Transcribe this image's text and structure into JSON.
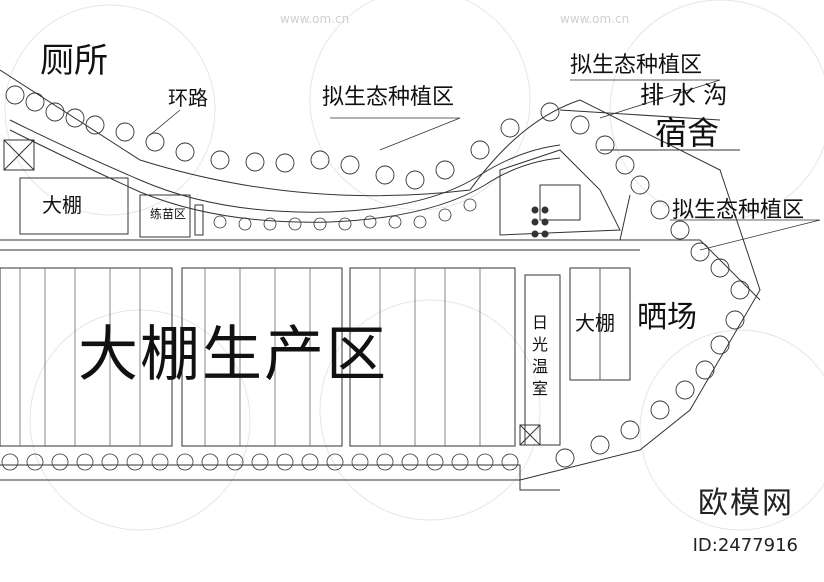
{
  "labels": {
    "toilet": "厕所",
    "ring_road": "环路",
    "eco_zone_1": "拟生态种植区",
    "eco_zone_2": "拟生态种植区",
    "eco_zone_3": "拟生态种植区",
    "drain": "排 水 沟",
    "dorm": "宿舍",
    "greenhouse_top": "大棚",
    "nursery": "练苗区",
    "greenhouse_zone": "大棚生产区",
    "sunlight_greenhouse": [
      "日",
      "光",
      "温",
      "室"
    ],
    "greenhouse_right": "大棚",
    "drying_yard": "晒场"
  },
  "watermark": {
    "brand": "欧模网",
    "id": "ID:2477916",
    "site": "www.om.cn"
  },
  "colors": {
    "ink": "#111111",
    "line": "#333333",
    "watermark": "#d6d6d6"
  }
}
